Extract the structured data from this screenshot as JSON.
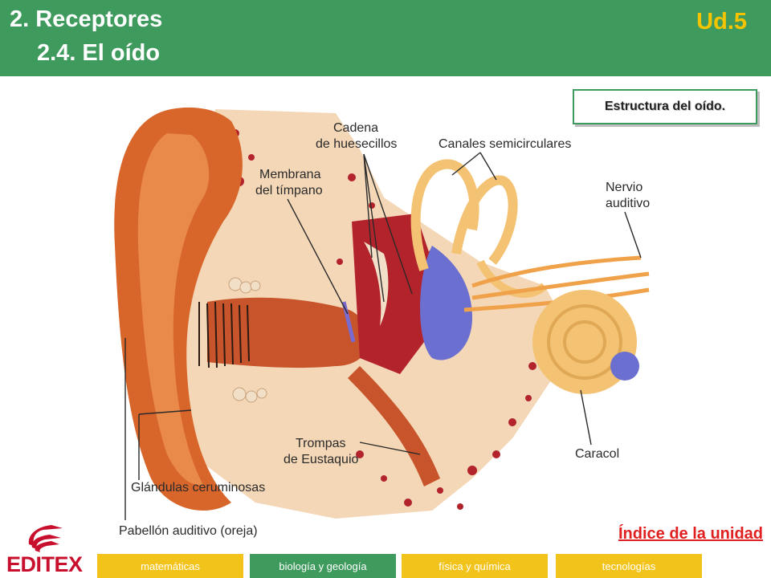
{
  "header": {
    "title": "2. Receptores",
    "subtitle": "2.4. El oído",
    "unit": "Ud.5",
    "background_color": "#3f9a5e",
    "unit_color": "#f5c400"
  },
  "caption": "Estructura del oído.",
  "diagram": {
    "labels": {
      "cadena_1": "Cadena",
      "cadena_2": "de huesecillos",
      "canales": "Canales semicirculares",
      "membrana_1": "Membrana",
      "membrana_2": "del tímpano",
      "nervio_1": "Nervio",
      "nervio_2": "auditivo",
      "trompas_1": "Trompas",
      "trompas_2": "de Eustaquio",
      "caracol": "Caracol",
      "glandulas": "Glándulas ceruminosas",
      "pabellon": "Pabellón auditivo (oreja)"
    }
  },
  "index_link": "Índice de la unidad",
  "logo": {
    "text": "EDITEX",
    "color": "#c8102e"
  },
  "footer_tabs": [
    {
      "label": "matemáticas",
      "color": "#f2c41b"
    },
    {
      "label": "biología y geología",
      "color": "#3f9a5e"
    },
    {
      "label": "física y química",
      "color": "#f2c41b"
    },
    {
      "label": "tecnologías",
      "color": "#f2c41b"
    }
  ]
}
